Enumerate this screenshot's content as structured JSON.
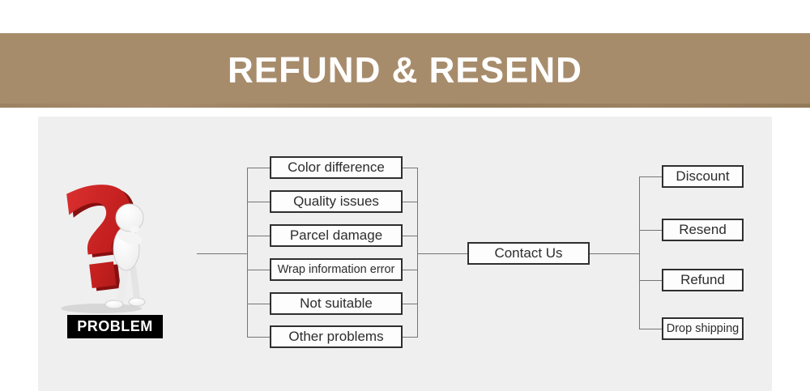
{
  "banner": {
    "title": "REFUND & RESEND"
  },
  "figure": {
    "question_mark": "?",
    "label": "PROBLEM"
  },
  "flowchart": {
    "problems": [
      "Color difference",
      "Quality issues",
      "Parcel damage",
      "Wrap information error",
      "Not suitable",
      "Other problems"
    ],
    "hub_label": "Contact Us",
    "solutions": [
      "Discount",
      "Resend",
      "Refund",
      "Drop shipping"
    ]
  },
  "colors": {
    "banner_bg": "#a78c6c",
    "banner_edge": "#97805f",
    "card_bg": "#efefef",
    "box_bg": "#fdfdfd",
    "box_border": "#2f2f2f",
    "connector": "#757575",
    "question_mark_red": "#c32222",
    "problem_label_bg": "#000000",
    "problem_label_text": "#ffffff"
  }
}
